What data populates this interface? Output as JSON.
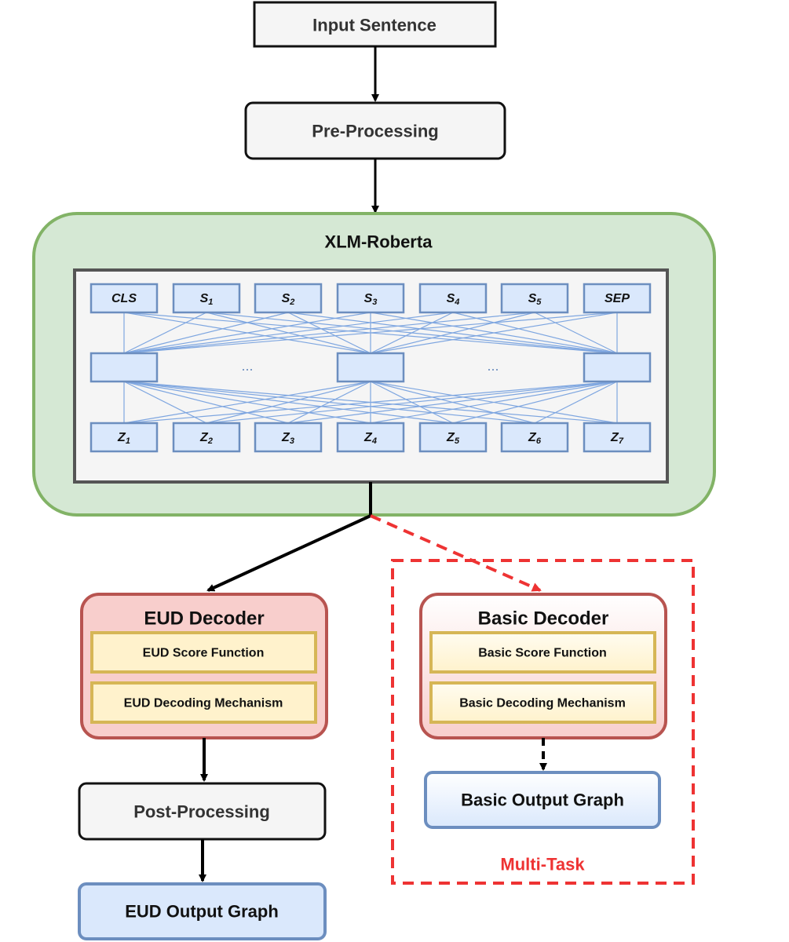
{
  "input": "Input Sentence",
  "preprocessing": "Pre-Processing",
  "encoder": {
    "title": "XLM-Roberta",
    "top_tokens": [
      {
        "main": "CLS",
        "sub": ""
      },
      {
        "main": "S",
        "sub": "1"
      },
      {
        "main": "S",
        "sub": "2"
      },
      {
        "main": "S",
        "sub": "3"
      },
      {
        "main": "S",
        "sub": "4"
      },
      {
        "main": "S",
        "sub": "5"
      },
      {
        "main": "SEP",
        "sub": ""
      }
    ],
    "ellipsis": "...",
    "bottom_tokens": [
      {
        "main": "Z",
        "sub": "1"
      },
      {
        "main": "Z",
        "sub": "2"
      },
      {
        "main": "Z",
        "sub": "3"
      },
      {
        "main": "Z",
        "sub": "4"
      },
      {
        "main": "Z",
        "sub": "5"
      },
      {
        "main": "Z",
        "sub": "6"
      },
      {
        "main": "Z",
        "sub": "7"
      }
    ]
  },
  "eud_decoder": {
    "title": "EUD Decoder",
    "score": "EUD Score Function",
    "mechanism": "EUD Decoding Mechanism"
  },
  "basic_decoder": {
    "title": "Basic Decoder",
    "score": "Basic Score Function",
    "mechanism": "Basic Decoding Mechanism"
  },
  "postprocessing": "Post-Processing",
  "eud_output": "EUD Output Graph",
  "basic_output": "Basic Output Graph",
  "multitask_label": "Multi-Task",
  "colors": {
    "encoder_fill": "#d5e8d4",
    "encoder_stroke": "#82b366",
    "token_fill": "#dae8fc",
    "token_stroke": "#6c8ebf",
    "decoder_fill": "#f8cecc",
    "decoder_stroke": "#b85450",
    "inner_fill": "#fff2cc",
    "inner_stroke": "#d6b656",
    "multitask": "#ee3333"
  }
}
